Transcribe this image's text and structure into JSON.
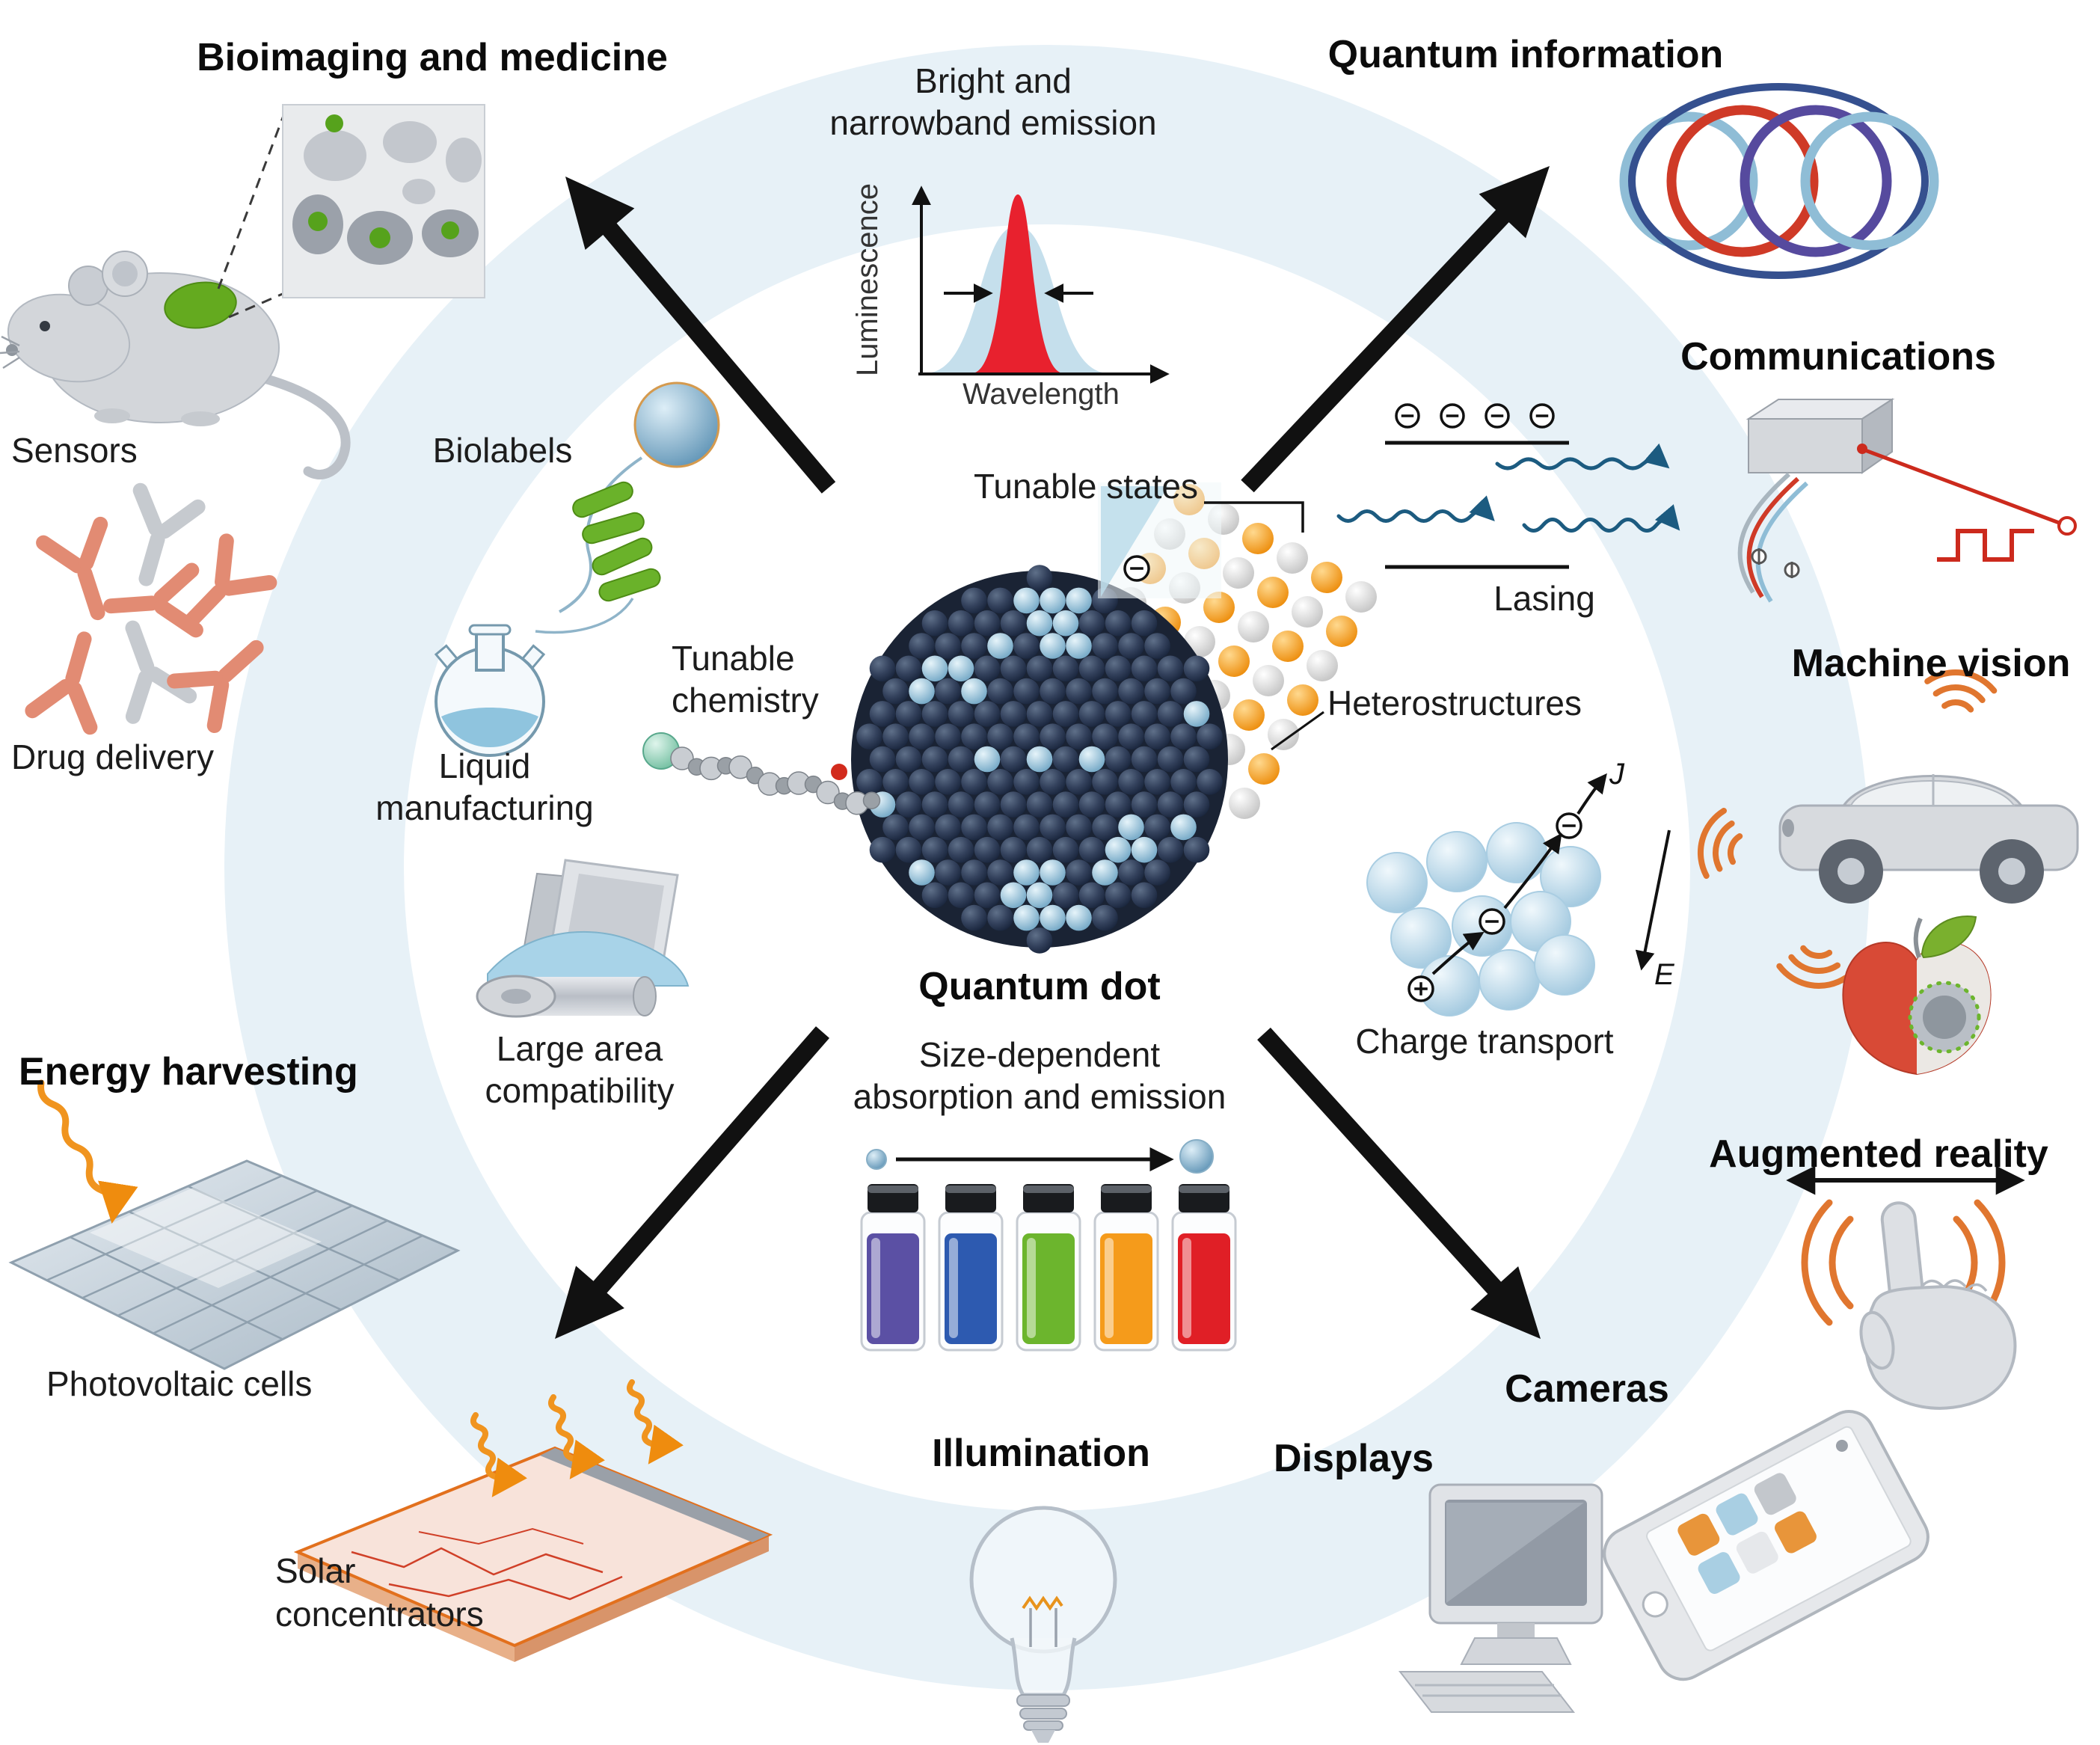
{
  "bioimaging": {
    "title": "Bioimaging and medicine",
    "sensors": "Sensors",
    "drug_delivery": "Drug delivery",
    "biolabels": "Biolabels",
    "liquid_line1": "Liquid",
    "liquid_line2": "manufacturing"
  },
  "large_area": {
    "line1": "Large area",
    "line2": "compatibility"
  },
  "energy": {
    "title": "Energy harvesting",
    "photovoltaic": "Photovoltaic cells",
    "solar_line1": "Solar",
    "solar_line2": "concentrators"
  },
  "emission": {
    "title_line1": "Bright and",
    "title_line2": "narrowband emission",
    "y_axis": "Luminescence",
    "x_axis": "Wavelength"
  },
  "center": {
    "tunable_states": "Tunable states",
    "tunable_chem_line1": "Tunable",
    "tunable_chem_line2": "chemistry",
    "quantum_dot": "Quantum dot",
    "heterostructures": "Heterostructures"
  },
  "size_dependent": {
    "line1": "Size-dependent",
    "line2": "absorption and emission"
  },
  "illumination": {
    "title": "Illumination"
  },
  "quantum_information": {
    "title": "Quantum information"
  },
  "communications": {
    "title": "Communications",
    "lasing": "Lasing"
  },
  "machine_vision": {
    "title": "Machine vision"
  },
  "charge_transport": {
    "label": "Charge transport",
    "j": "J",
    "e": "E"
  },
  "augmented_reality": {
    "title": "Augmented reality"
  },
  "cameras": {
    "title": "Cameras"
  },
  "displays": {
    "title": "Displays"
  },
  "colors": {
    "accent_red": "#e8212e",
    "accent_orange": "#f0941f",
    "accent_green": "#6cb52d",
    "atom_dark_navy": "#2b3a55",
    "atom_cyan": "#8fc3dc",
    "lattice_orange": "#ef8c0e",
    "vials": [
      "#5b50a4",
      "#2d5ab0",
      "#6cb52d",
      "#f59b1b",
      "#e01f26"
    ]
  }
}
